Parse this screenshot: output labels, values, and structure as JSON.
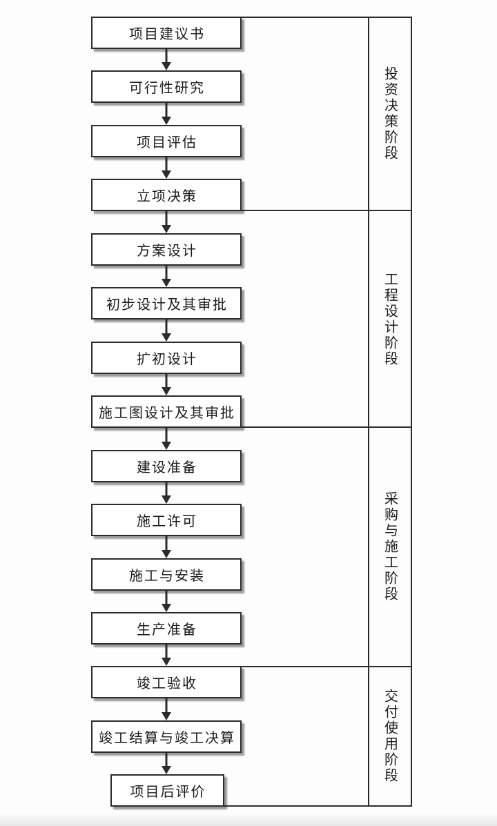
{
  "diagram": {
    "stages": [
      {
        "label": "投资决策阶段",
        "steps": [
          "项目建议书",
          "可行性研究",
          "项目评估",
          "立项决策"
        ]
      },
      {
        "label": "工程设计阶段",
        "steps": [
          "方案设计",
          "初步设计及其审批",
          "扩初设计",
          "施工图设计及其审批"
        ]
      },
      {
        "label": "采购与施工阶段",
        "steps": [
          "建设准备",
          "施工许可",
          "施工与安装",
          "生产准备"
        ]
      },
      {
        "label": "交付使用阶段",
        "steps": [
          "竣工验收",
          "竣工结算与竣工决算",
          "项目后评价"
        ]
      }
    ],
    "colors": {
      "line": "#2b2b2b",
      "shadow": "#9b9b9b",
      "background": "#fdfdfd",
      "text": "#1a1a1a"
    }
  }
}
